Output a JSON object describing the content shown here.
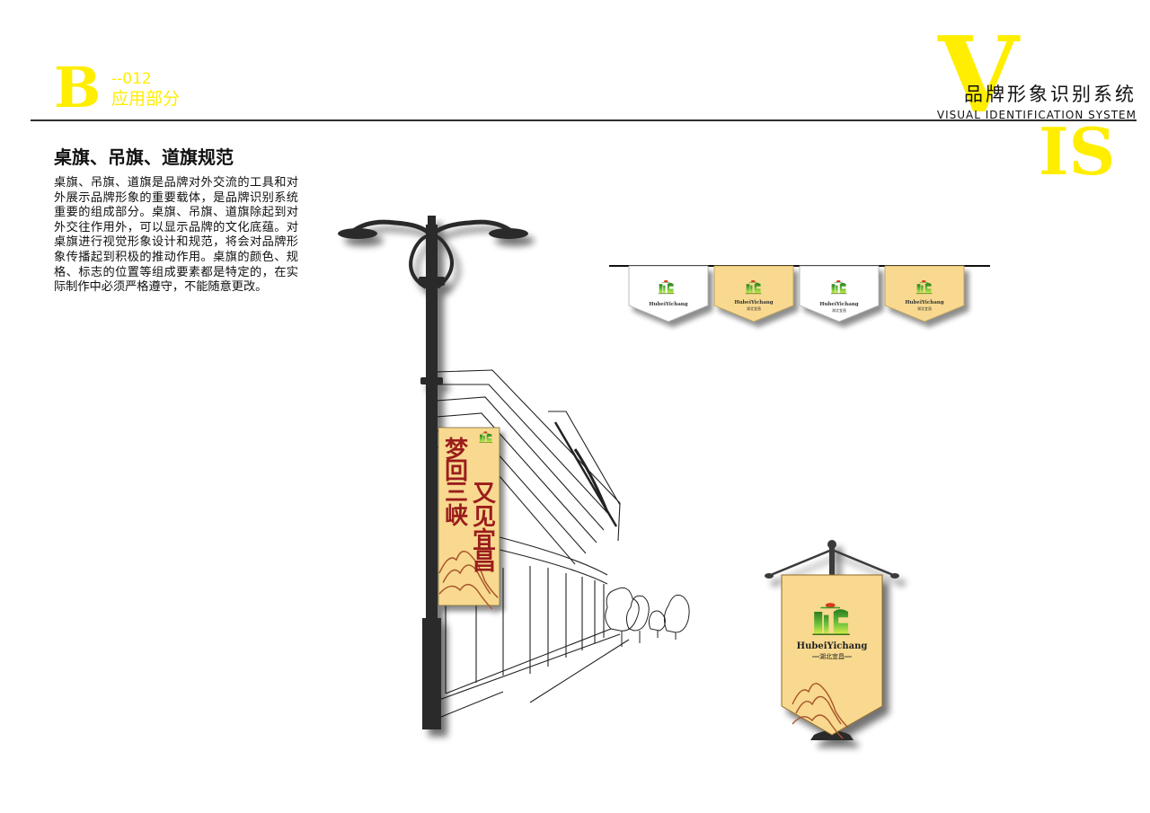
{
  "header": {
    "section_letter": "B",
    "page_number": "--012",
    "section_title": "应用部分",
    "vis_letters": "VIS",
    "brand_system_title": "品牌形象识别系统",
    "brand_system_subtitle": "VISUAL IDENTIFICATION SYSTEM"
  },
  "content": {
    "heading": "桌旗、吊旗、道旗规范",
    "body": "桌旗、吊旗、道旗是品牌对外交流的工具和对外展示品牌形象的重要载体，是品牌识别系统重要的组成部分。桌旗、吊旗、道旗除起到对外交往作用外，可以显示品牌的文化底蕴。对桌旗进行视觉形象设计和规范，将会对品牌形象传播起到积极的推动作用。桌旗的颜色、规格、标志的位置等组成要素都是特定的，在实际制作中必须严格遵守，不能随意更改。"
  },
  "street_banner": {
    "left_col": [
      "梦",
      "回",
      "三",
      "峡"
    ],
    "right_col": [
      "又",
      "见",
      "宜",
      "昌"
    ]
  },
  "logo": {
    "name": "HubeiYichang",
    "tagline": "湖北宜昌"
  },
  "colors": {
    "accent_yellow": "#ffee00",
    "flag_cream": "#f8d98f",
    "calligraphy_red": "#9a1f1f",
    "logo_green": "#3c9a28",
    "logo_red": "#d9381e"
  }
}
